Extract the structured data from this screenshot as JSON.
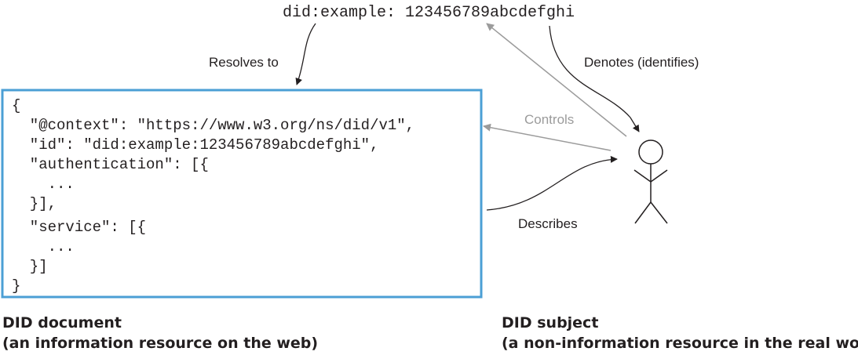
{
  "did_identifier": "did:example: 123456789abcdefghi",
  "did_document": {
    "json_lines": [
      "{",
      "  \"@context\": \"https://www.w3.org/ns/did/v1\",",
      "  \"id\": \"did:example:123456789abcdefghi\",",
      "  \"authentication\": [{",
      "    ...",
      "  }],",
      "  \"service\": [{",
      "    ...",
      "  }]",
      "}"
    ],
    "caption_line1": "DID document",
    "caption_line2": "(an information resource on the web)"
  },
  "did_subject": {
    "caption_line1": "DID subject",
    "caption_line2": "(a non-information resource in the real world)"
  },
  "relations": {
    "resolves_to": "Resolves to",
    "denotes": "Denotes (identifies)",
    "controls": "Controls",
    "describes": "Describes"
  },
  "colors": {
    "box_border": "#4b9fd5",
    "text": "#231f20",
    "controls_gray": "#9b9b9b"
  }
}
